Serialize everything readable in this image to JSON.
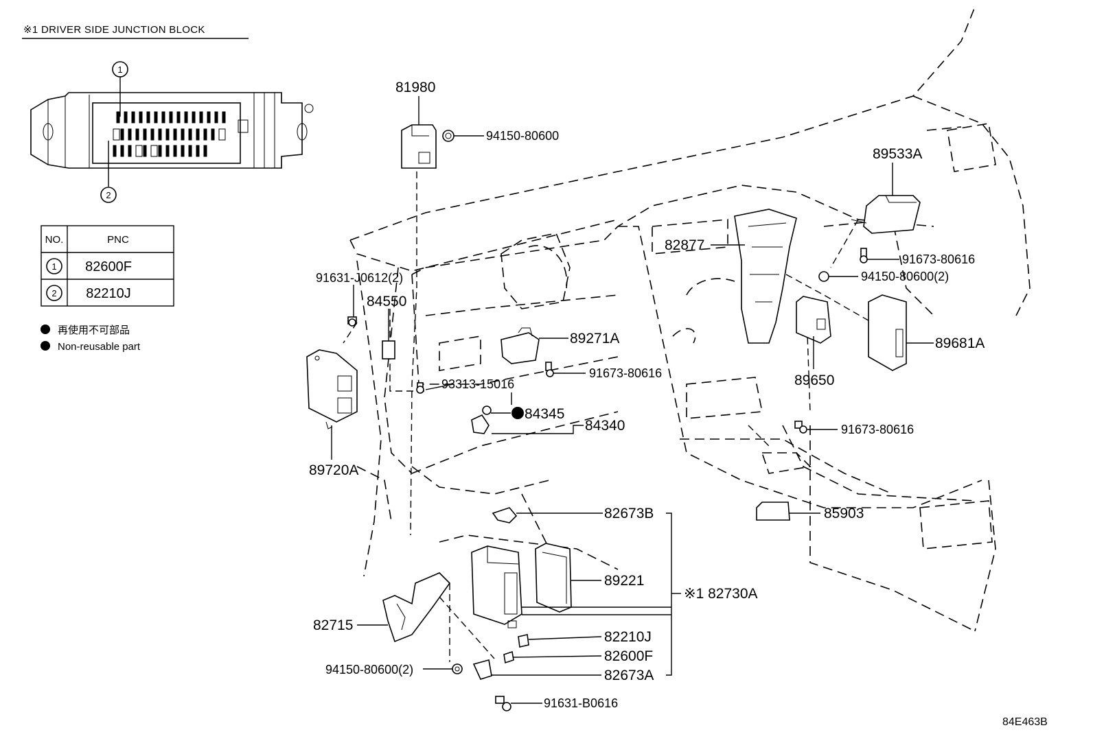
{
  "header": {
    "title": "※1  DRIVER SIDE JUNCTION BLOCK"
  },
  "table": {
    "headers": [
      "NO.",
      "PNC"
    ],
    "rows": [
      {
        "no": "1",
        "pnc": "82600F"
      },
      {
        "no": "2",
        "pnc": "82210J"
      }
    ]
  },
  "legend": [
    {
      "text": "再使用不可部品"
    },
    {
      "text": "Non-reusable part"
    }
  ],
  "callouts": {
    "c1": "1",
    "c2": "2"
  },
  "labels": {
    "l81980": "81980",
    "l94150a": "94150-80600",
    "l89533A": "89533A",
    "l82877": "82877",
    "l91673a": "91673-80616",
    "l94150b": "94150-80600(2)",
    "l91631a": "91631-J0612(2)",
    "l84550": "84550",
    "l89271A": "89271A",
    "l91673b": "91673-80616",
    "l93313": "93313-15016",
    "l89681A": "89681A",
    "l89650": "89650",
    "l84345": "84345",
    "l84340": "84340",
    "l91673c": "91673-80616",
    "l89720A": "89720A",
    "l85903": "85903",
    "l82673B": "82673B",
    "l89221": "89221",
    "l82730A": "※1 82730A",
    "l82715": "82715",
    "l82210J": "82210J",
    "l82600F": "82600F",
    "l94150c": "94150-80600(2)",
    "l82673A": "82673A",
    "l91631b": "91631-B0616"
  },
  "diagram_id": "84E463B"
}
